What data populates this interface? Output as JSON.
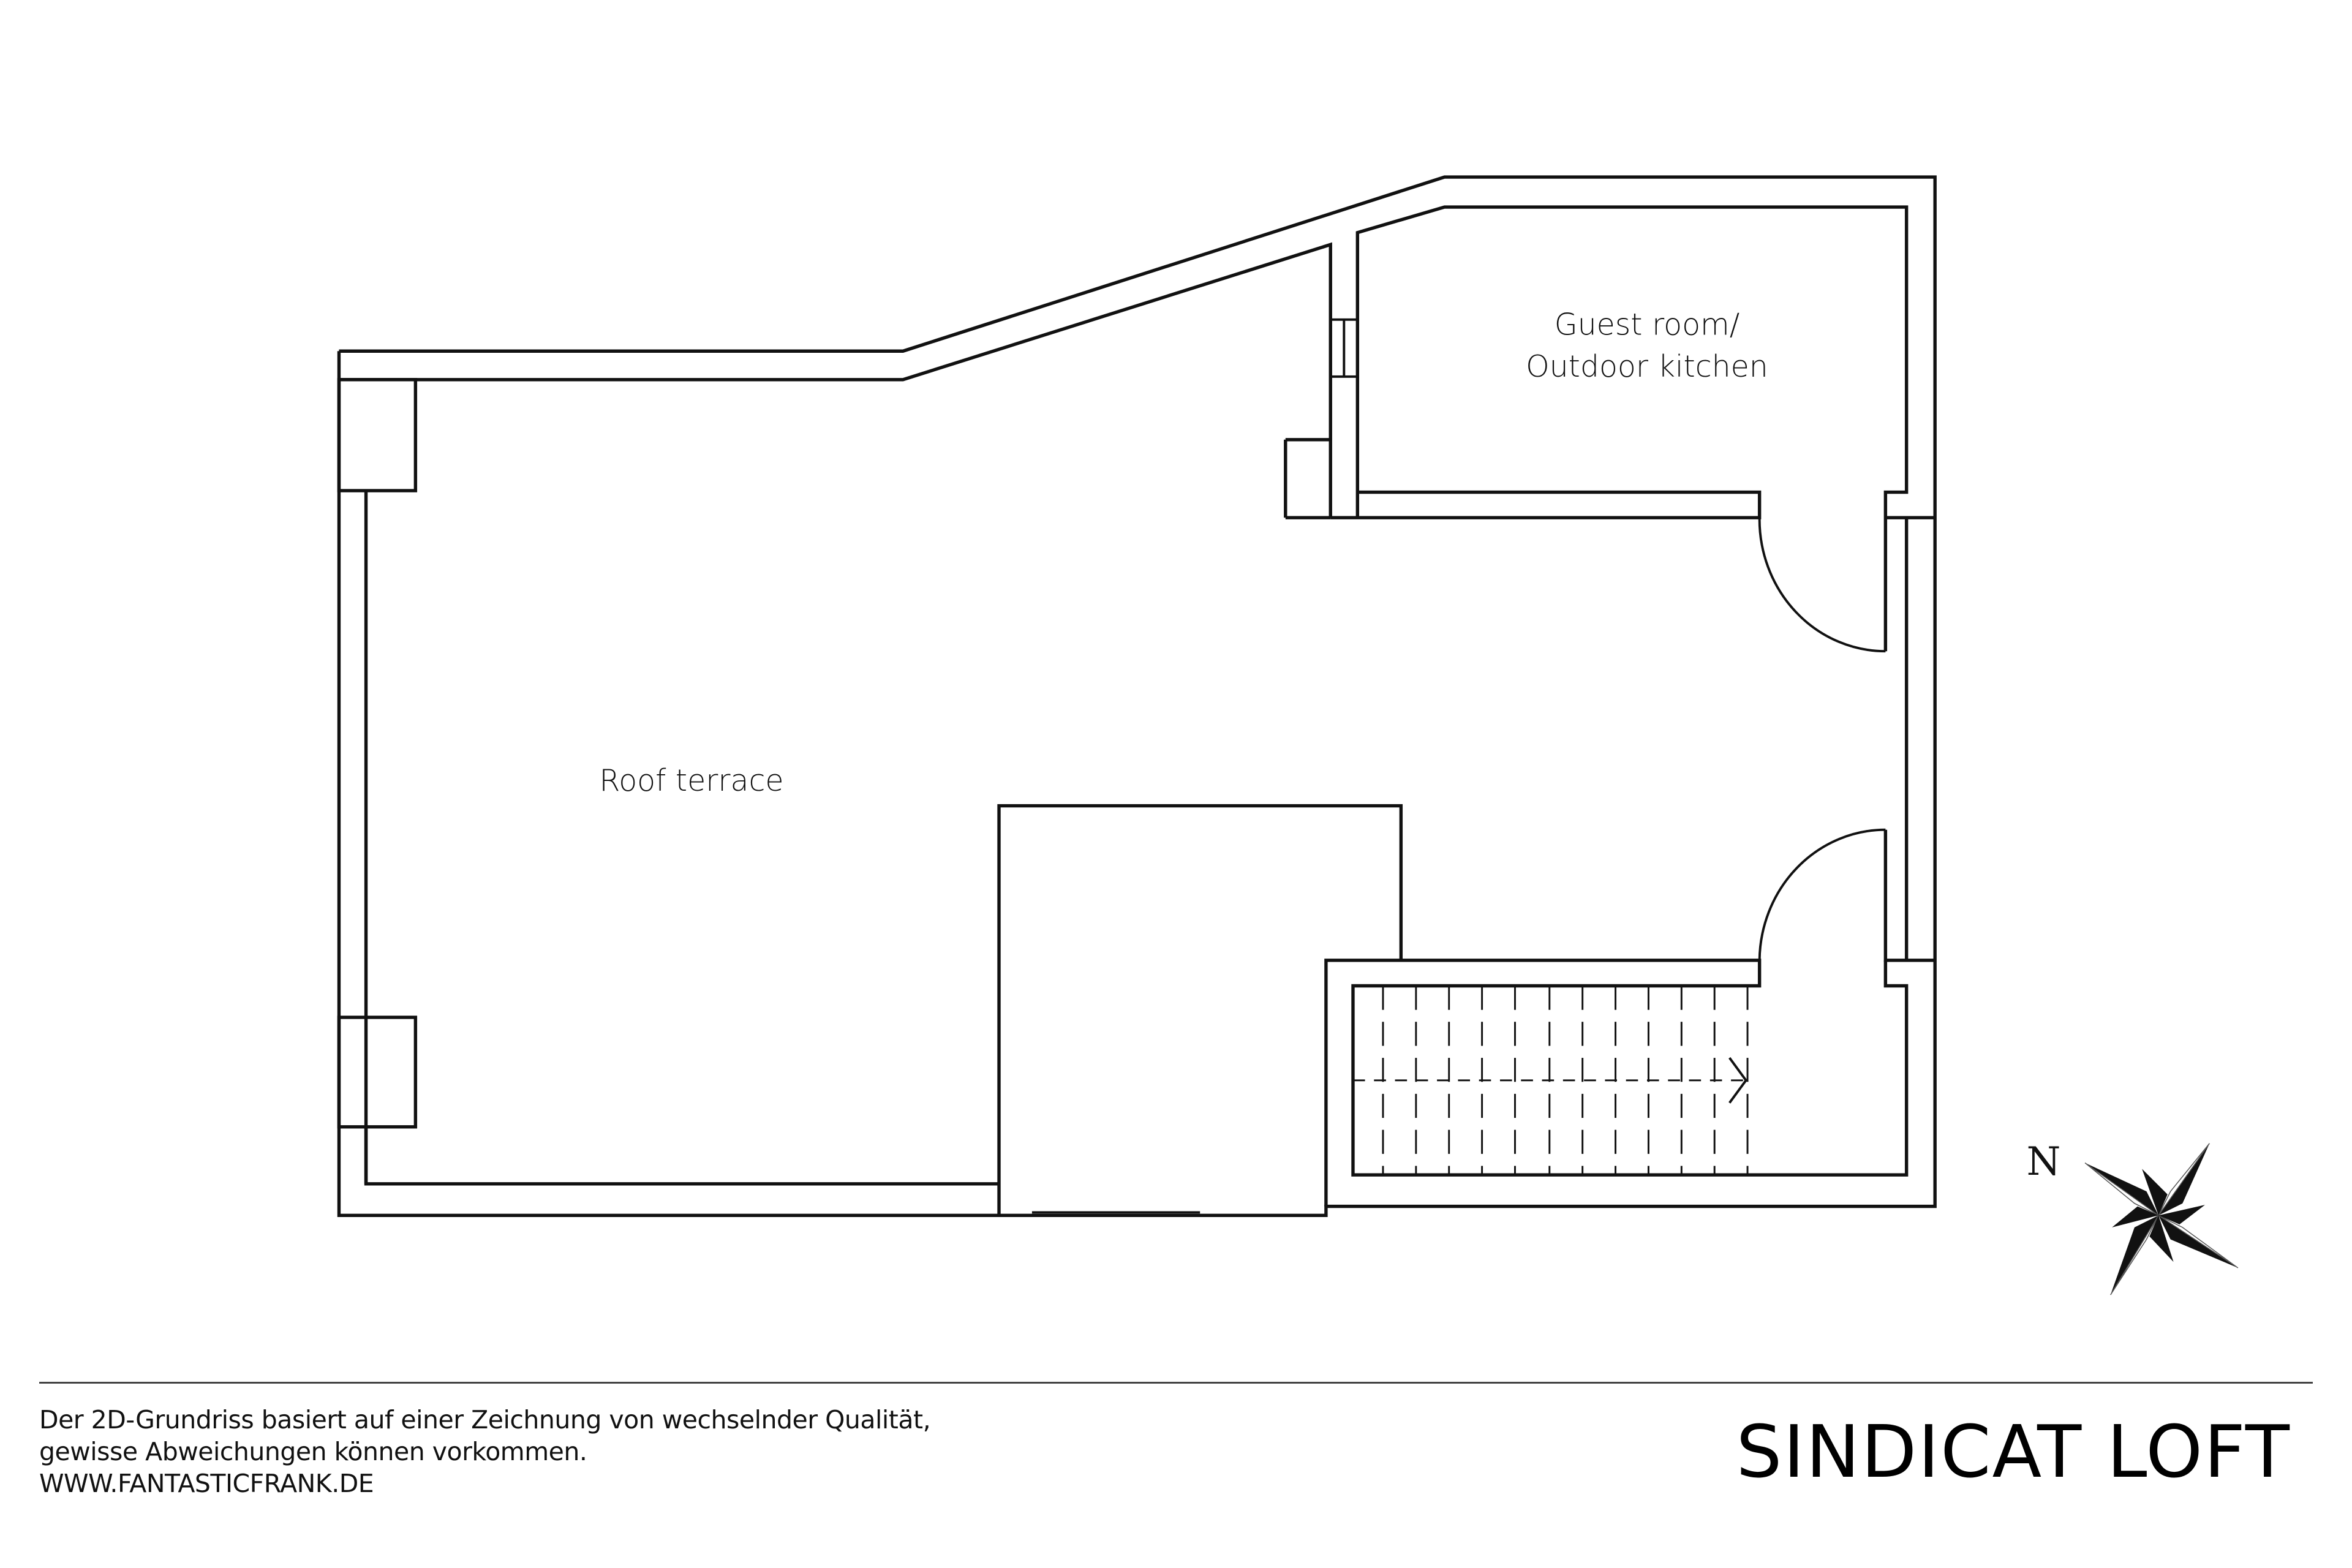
{
  "floorplan": {
    "rooms": [
      {
        "id": "roof-terrace",
        "label": "Roof terrace"
      },
      {
        "id": "guest-room",
        "label_line1": "Guest room/",
        "label_line2": "Outdoor kitchen"
      }
    ],
    "stair": {
      "tread_count": 12,
      "direction": "east"
    },
    "compass": {
      "label": "N"
    }
  },
  "footer": {
    "disclaimer_line1": "Der 2D-Grundriss basiert auf einer Zeichnung von wechselnder Qualität,",
    "disclaimer_line2": "gewisse Abweichungen können vorkommen.",
    "website": "WWW.FANTASTICFRANK.DE",
    "title": "SINDICAT LOFT"
  },
  "colors": {
    "line": "#111111",
    "background": "#ffffff"
  }
}
